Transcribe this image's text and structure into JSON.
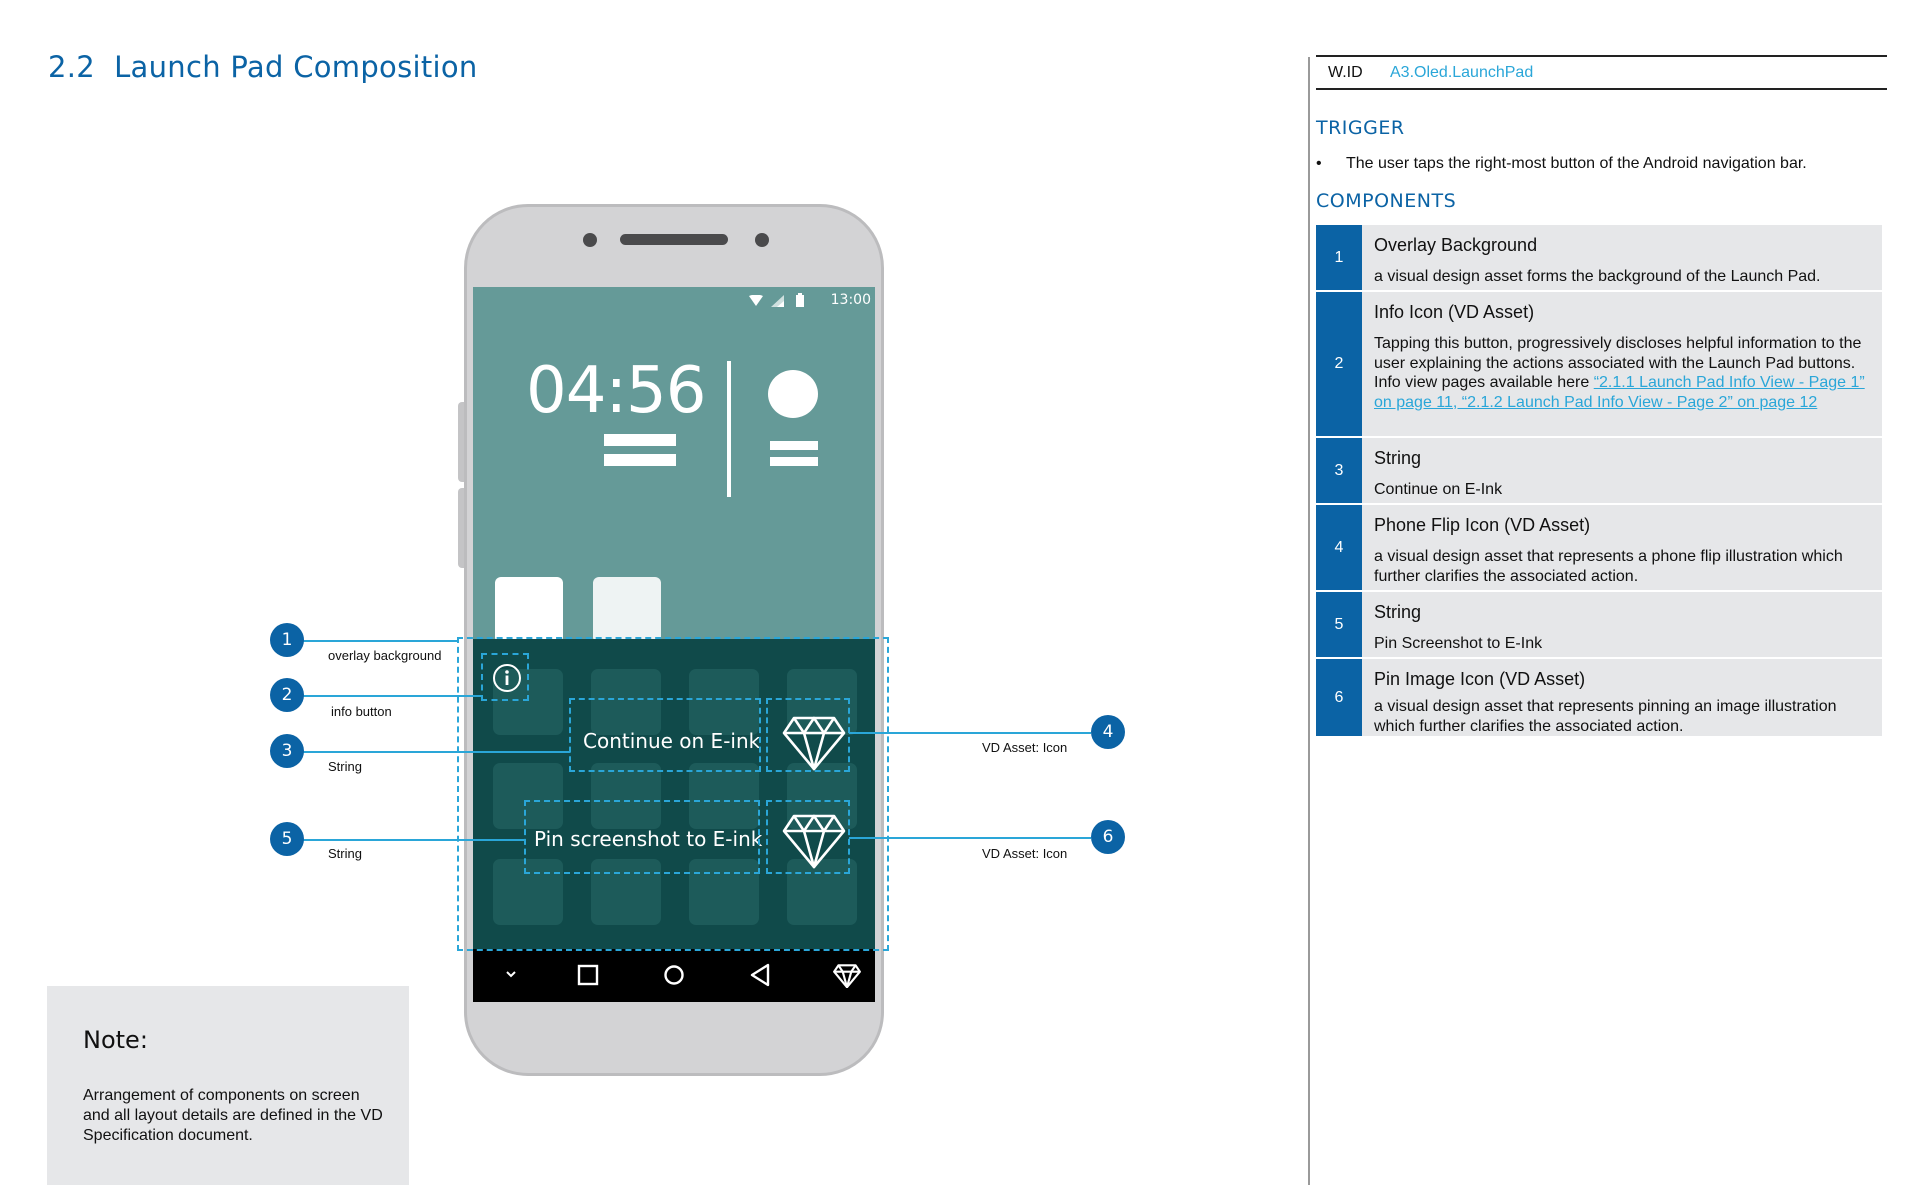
{
  "section": {
    "number": "2.2",
    "title": "Launch Pad Composition"
  },
  "phone": {
    "status_time": "13:00",
    "clock_time": "04:56",
    "strings": {
      "continue": "Continue on E-ink",
      "pin": "Pin screenshot to E-ink"
    },
    "icons": [
      "wifi-icon",
      "signal-icon",
      "battery-icon",
      "info-icon",
      "diamond-icon",
      "chevron-down-icon",
      "square-icon",
      "circle-icon",
      "back-triangle-icon"
    ]
  },
  "callouts": [
    {
      "number": "1",
      "label": "overlay background"
    },
    {
      "number": "2",
      "label": "info button"
    },
    {
      "number": "3",
      "label": "String"
    },
    {
      "number": "4",
      "label": "VD Asset: Icon"
    },
    {
      "number": "5",
      "label": "String"
    },
    {
      "number": "6",
      "label": "VD Asset: Icon"
    }
  ],
  "note": {
    "title": "Note:",
    "text": "Arrangement of components on screen and all layout details are defined in the VD Specification document."
  },
  "wid": {
    "label": "W.ID",
    "value": "A3.Oled.LaunchPad"
  },
  "trigger": {
    "heading": "TRIGGER",
    "bullet": "•",
    "text": "The user taps the right-most button of the Android navigation bar."
  },
  "components": {
    "heading": "COMPONENTS",
    "items": [
      {
        "number": "1",
        "title": "Overlay Background",
        "desc": "a visual design asset forms the background of the Launch Pad."
      },
      {
        "number": "2",
        "title": "Info Icon (VD Asset)",
        "desc": "Tapping this button, progressively discloses helpful information to the user explaining the actions associated with the Launch Pad buttons. Info view pages available here ",
        "link": "“2.1.1 Launch Pad Info View - Page 1” on page 11, “2.1.2 Launch Pad Info View - Page 2” on page 12"
      },
      {
        "number": "3",
        "title": "String",
        "desc": "Continue on E-Ink"
      },
      {
        "number": "4",
        "title": "Phone Flip Icon (VD Asset)",
        "desc": "a visual design asset that represents a phone flip illustration which further clarifies the associated action."
      },
      {
        "number": "5",
        "title": "String",
        "desc": "Pin Screenshot to E-Ink"
      },
      {
        "number": "6",
        "title": "Pin Image Icon (VD Asset)",
        "desc": "a visual design asset that represents pinning an image illustration which further clarifies the associated action."
      }
    ]
  },
  "colors": {
    "brand_blue": "#0b63a5",
    "accent_cyan": "#2aa6d8",
    "screen_teal": "#659a98",
    "overlay_dark": "#104a4a",
    "panel_gray": "#e6e7e9"
  }
}
